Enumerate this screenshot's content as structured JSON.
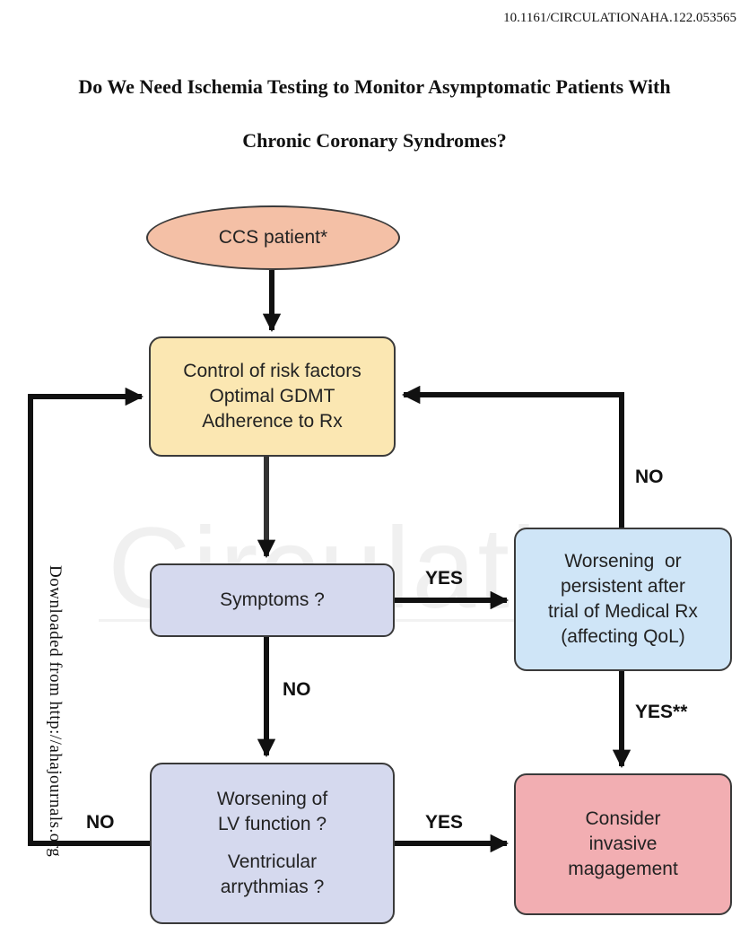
{
  "header": {
    "doi": "10.1161/CIRCULATIONAHA.122.053565",
    "title_line1": "Do We Need Ischemia Testing to Monitor Asymptomatic Patients With",
    "title_line2": "Chronic Coronary Syndromes?"
  },
  "watermark": "Circulation",
  "side_text": "Downloaded from http://ahajournals.org",
  "nodes": {
    "start": "CCS patient*",
    "control": [
      "Control of risk factors",
      "Optimal GDMT",
      "Adherence to Rx"
    ],
    "symptoms": "Symptoms ?",
    "worsening": [
      "Worsening  or",
      "persistent after",
      "trial of Medical Rx",
      "(affecting QoL)"
    ],
    "lv": [
      "Worsening of",
      "LV function ?",
      "Ventricular",
      "arrythmias ?"
    ],
    "invasive": [
      "Consider",
      "invasive",
      "magagement"
    ]
  },
  "edge_labels": {
    "symptoms_yes": "YES",
    "symptoms_no": "NO",
    "worsening_no": "NO",
    "worsening_yes": "YES**",
    "lv_yes": "YES",
    "lv_no": "NO"
  },
  "colors": {
    "start": "#f4c0a6",
    "control": "#fbe7b2",
    "symptoms": "#d5d9ee",
    "worsening": "#cfe5f7",
    "lv": "#d5d9ee",
    "invasive": "#f2aeb2",
    "arrow": "#111111"
  }
}
